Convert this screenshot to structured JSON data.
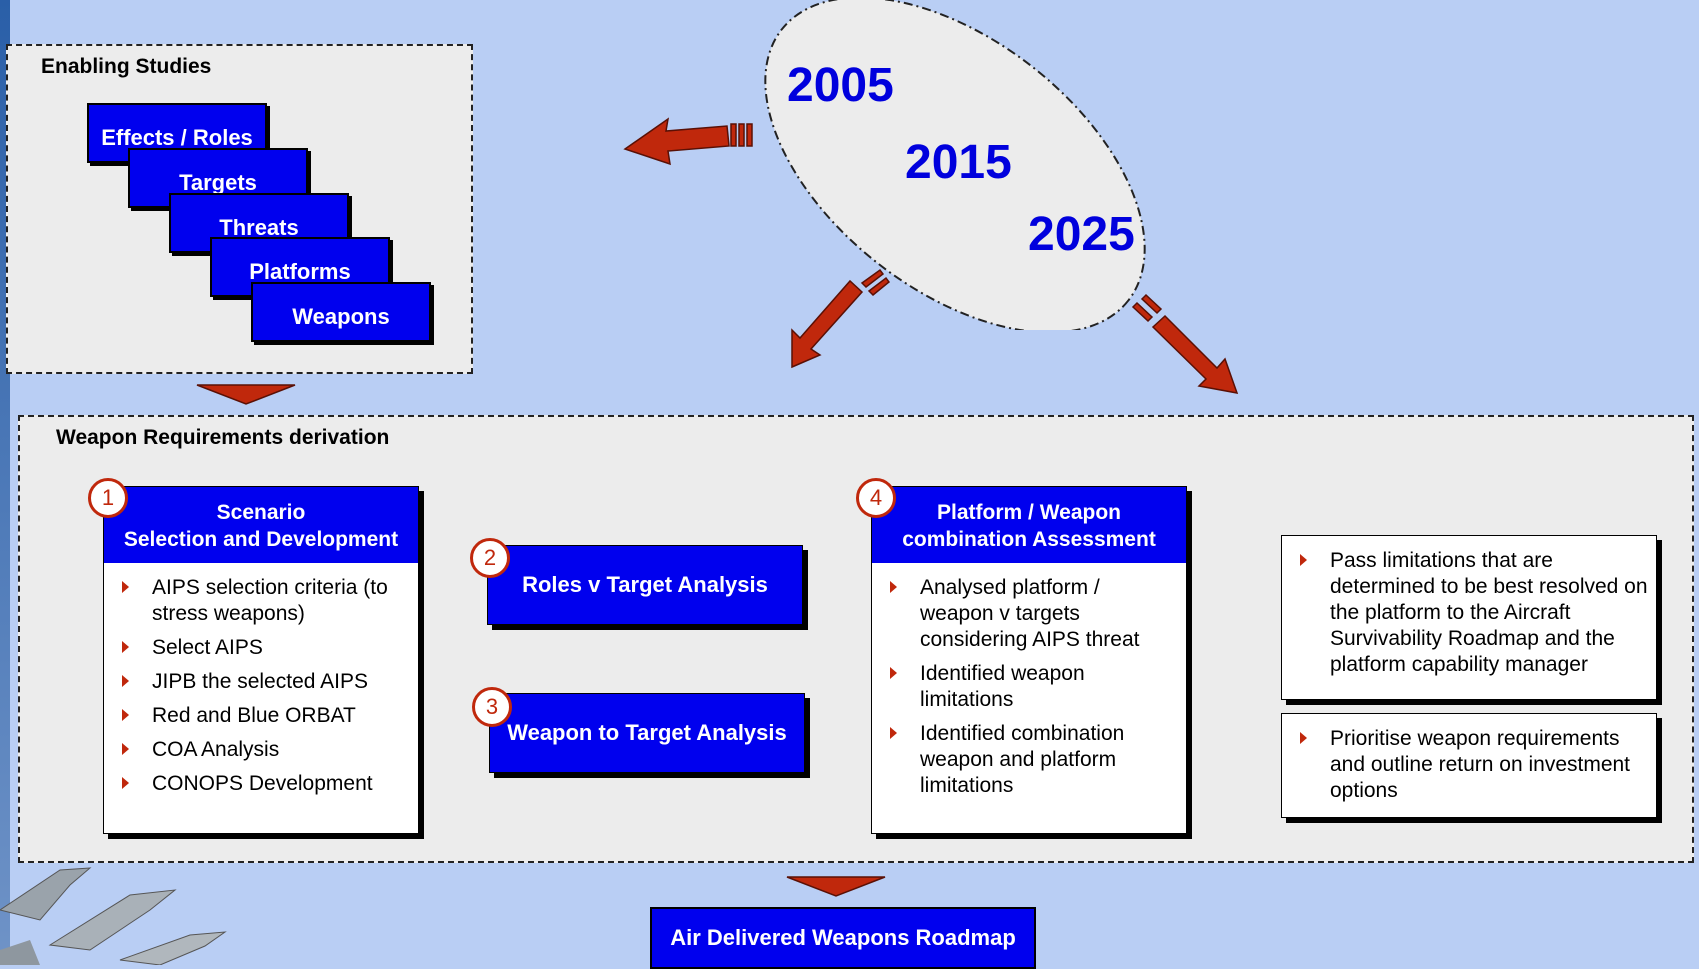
{
  "enabling": {
    "title": "Enabling Studies",
    "items": [
      "Effects / Roles",
      "Targets",
      "Threats",
      "Platforms",
      "Weapons"
    ]
  },
  "years": [
    "2005",
    "2015",
    "2025"
  ],
  "derivation": {
    "title": "Weapon Requirements derivation",
    "step1": {
      "number": "1",
      "title_line1": "Scenario",
      "title_line2": "Selection and Development",
      "bullets": [
        "AIPS selection criteria (to stress weapons)",
        "Select AIPS",
        "JIPB the selected AIPS",
        "Red and Blue ORBAT",
        "COA Analysis",
        "CONOPS Development"
      ]
    },
    "step2": {
      "number": "2",
      "label": "Roles v Target Analysis"
    },
    "step3": {
      "number": "3",
      "label": "Weapon to Target Analysis"
    },
    "step4": {
      "number": "4",
      "title_line1": "Platform / Weapon",
      "title_line2": "combination Assessment",
      "bullets": [
        "Analysed platform / weapon v targets considering AIPS threat",
        "Identified weapon limitations",
        "Identified combination weapon and platform limitations"
      ]
    },
    "outcome1": "Pass limitations that are determined to be best resolved on the platform to the Aircraft Survivability Roadmap and the platform capability manager",
    "outcome2": "Prioritise weapon requirements and outline return on investment options"
  },
  "roadmap": {
    "label": "Air Delivered Weapons Roadmap"
  },
  "colors": {
    "background": "#b9cef4",
    "box_blue": "#0000ee",
    "arrow_red": "#c0280c",
    "year_blue": "#0000dd"
  }
}
